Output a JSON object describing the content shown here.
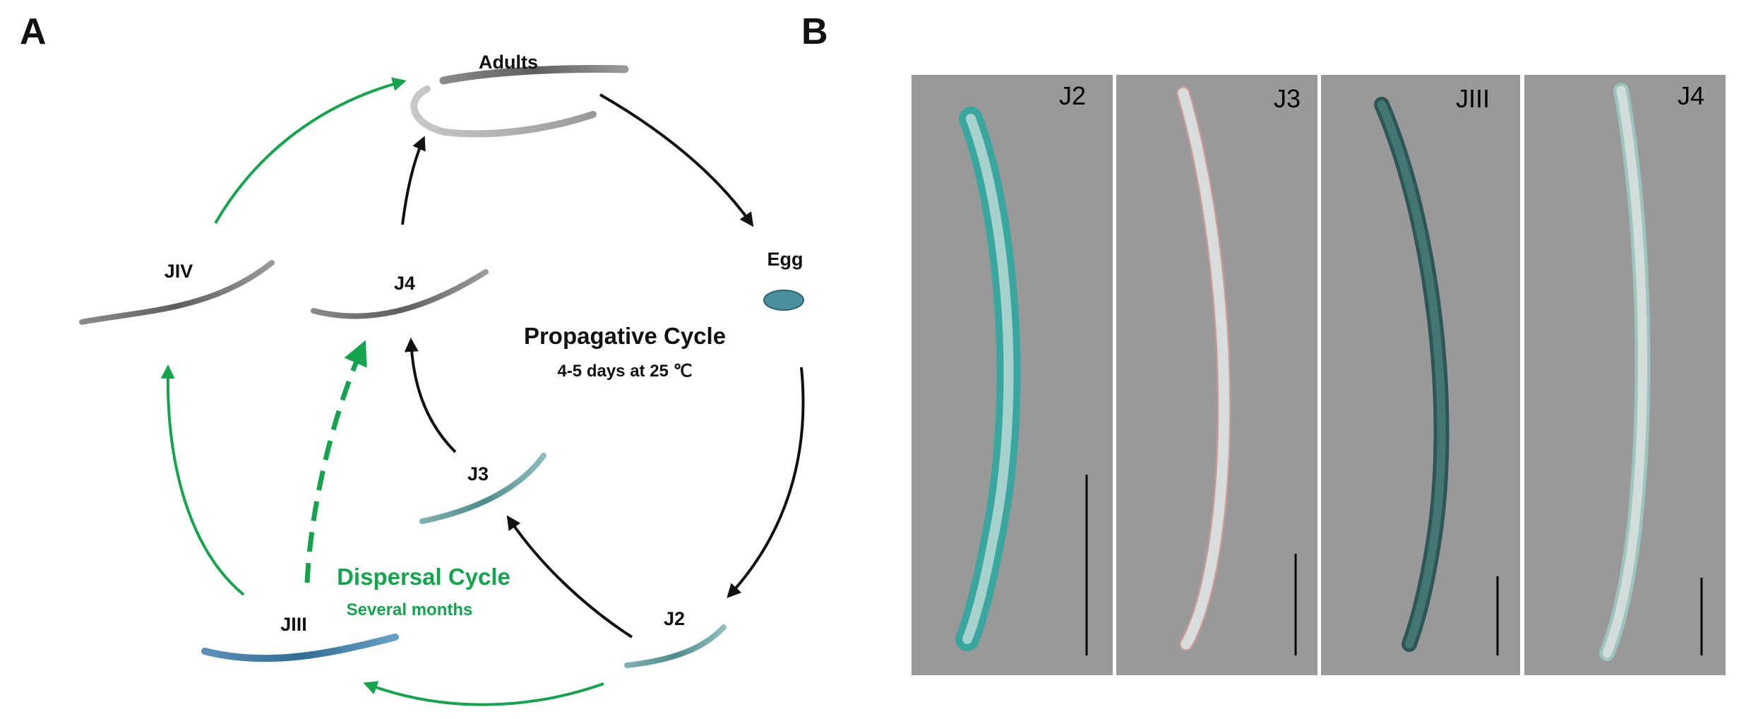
{
  "panel_a": {
    "letter": "A",
    "stages": {
      "adults": "Adults",
      "egg": "Egg",
      "j2": "J2",
      "j3": "J3",
      "j4": "J4",
      "jiii": "JIII",
      "jiv": "JIV"
    },
    "propagative": {
      "title": "Propagative Cycle",
      "subtitle": "4-5 days at 25 ℃"
    },
    "dispersal": {
      "title": "Dispersal Cycle",
      "subtitle": "Several months"
    }
  },
  "panel_b": {
    "letter": "B",
    "micrographs": [
      {
        "label": "J2"
      },
      {
        "label": "J3"
      },
      {
        "label": "JIII"
      },
      {
        "label": "J4"
      }
    ]
  },
  "colors": {
    "propagative_arrow": "#111111",
    "dispersal_arrow": "#14a44d",
    "micrograph_background": "#999999",
    "worm_teal": "#3aa6a0"
  }
}
